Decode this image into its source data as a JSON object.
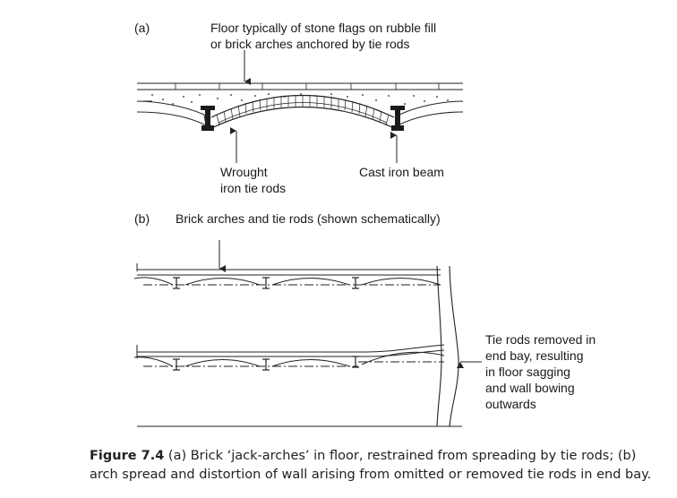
{
  "panel_a": {
    "letter": "(a)",
    "floor_note": "Floor typically of stone flags on rubble fill\nor brick arches anchored by tie rods",
    "tie_rod_label": "Wrought\niron tie rods",
    "beam_label": "Cast iron beam"
  },
  "panel_b": {
    "letter": "(b)",
    "title": "Brick arches and tie rods (shown schematically)",
    "removed_note": "Tie rods removed in\nend bay, resulting\nin floor sagging\nand wall bowing\noutwards"
  },
  "caption": {
    "figure_label": "Figure 7.4",
    "text": " (a) Brick ‘jack-arches’ in floor, restrained from spreading by tie rods; (b) arch spread and distortion of wall arising from omitted or removed tie rods in end bay."
  },
  "colors": {
    "line": "#222222",
    "fill": "#1a1a1a"
  }
}
